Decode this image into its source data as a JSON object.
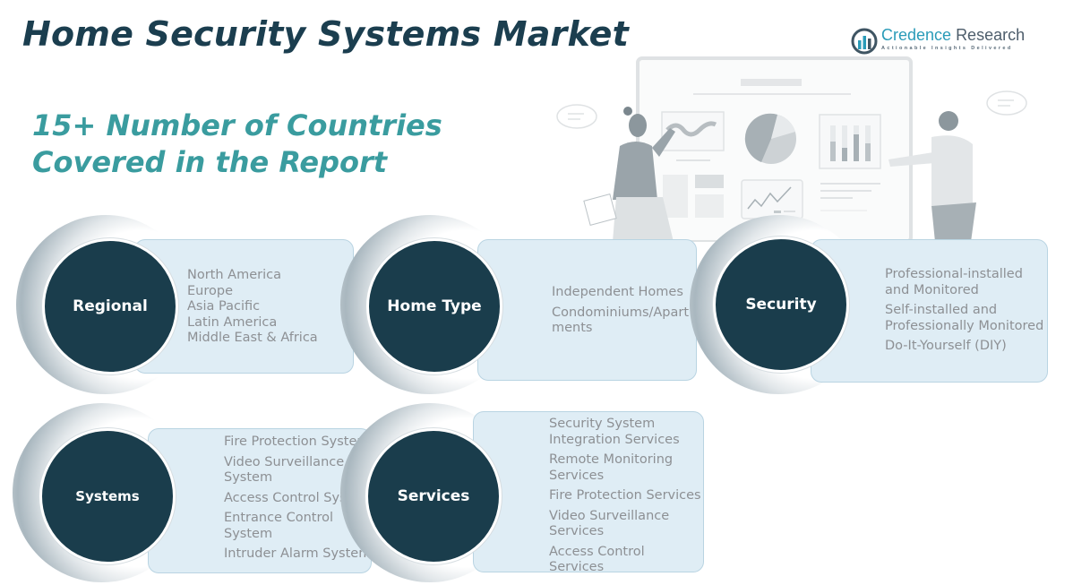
{
  "title": "Home Security Systems Market",
  "subtitle_line1": "15+ Number of Countries",
  "subtitle_line2": "Covered in the Report",
  "logo": {
    "name_part1": "Credence",
    "name_part2": "Research",
    "tagline": "Actionable Insights Delivered",
    "icon": "bar-chart-logo-icon"
  },
  "illustration": {
    "description": "two people presenting charts on a dashboard screen",
    "icons": [
      "presenter-woman-icon",
      "presenter-man-icon",
      "pie-chart-icon",
      "bar-chart-icon",
      "line-chart-icon",
      "speech-bubble-icon"
    ]
  },
  "colors": {
    "title": "#1b3e4f",
    "subtitle": "#3a9c9f",
    "circle": "#1a3d4c",
    "panel": "#dfedf5",
    "item_text": "#8d9094",
    "logo_accent": "#2a9bb8"
  },
  "segments": {
    "regional": {
      "label": "Regional",
      "items": [
        "North America",
        "Europe",
        "Asia Pacific",
        "Latin America",
        "Middle East & Africa"
      ]
    },
    "home_type": {
      "label": "Home Type",
      "items": [
        "Independent Homes",
        "Condominiums/Apart ments"
      ]
    },
    "security": {
      "label": "Security",
      "items": [
        "Professional-installed and Monitored",
        "Self-installed and Professionally Monitored",
        "Do-It-Yourself (DIY)"
      ]
    },
    "systems": {
      "label": "Systems",
      "items": [
        "Fire Protection System",
        "Video Surveillance System",
        "Access Control System",
        "Entrance Control System",
        "Intruder Alarm System"
      ]
    },
    "services": {
      "label": "Services",
      "items": [
        "Security System Integration Services",
        "Remote Monitoring Services",
        "Fire Protection Services",
        "Video Surveillance Services",
        "Access Control Services"
      ]
    }
  }
}
